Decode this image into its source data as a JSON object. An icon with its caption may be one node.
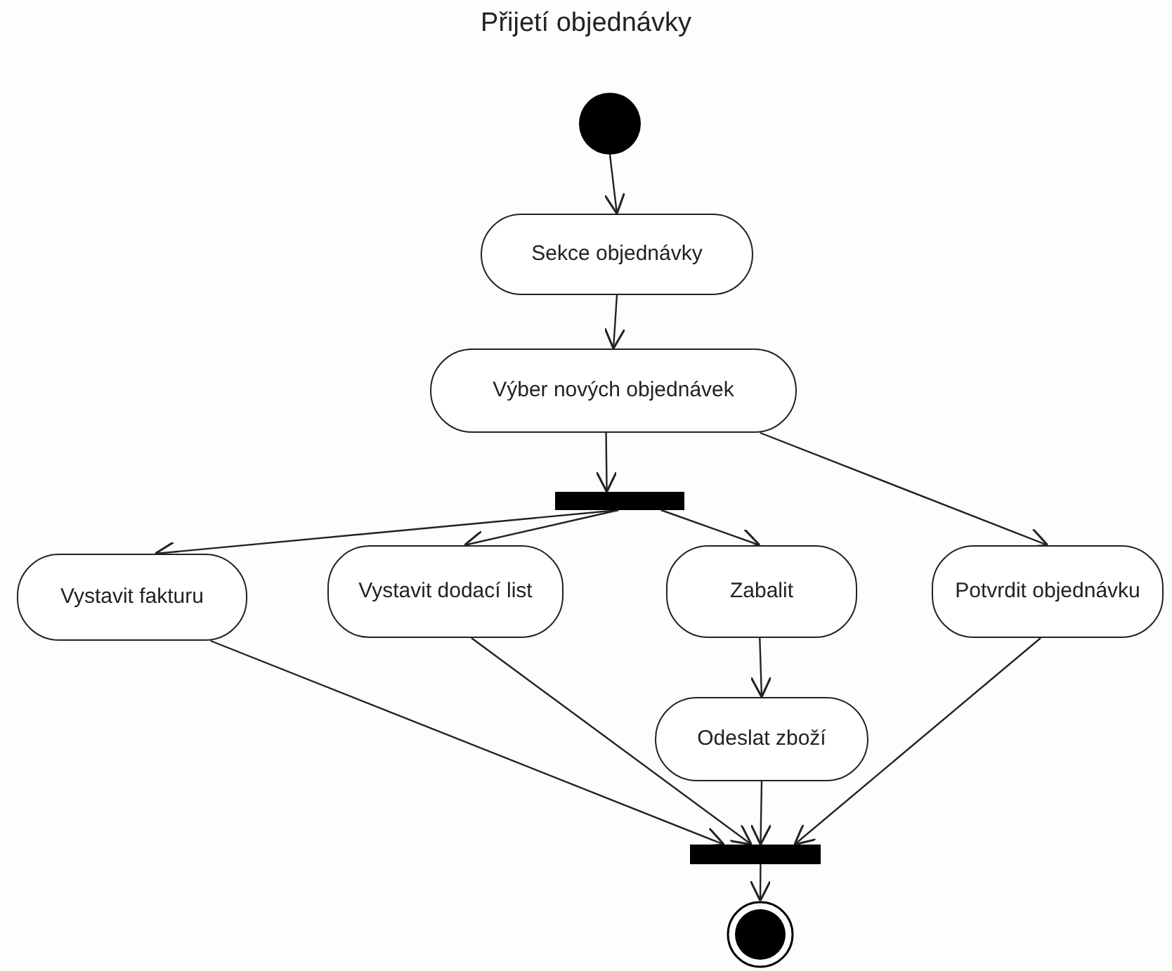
{
  "diagram": {
    "title": "Přijetí objednávky",
    "nodes": [
      {
        "text": [],
        "shape": "circle"
      },
      {
        "text": [
          "Sekce objednávky"
        ]
      },
      {
        "text": [
          "Výber nových objednávek"
        ]
      },
      {
        "text": [],
        "shape": "bar"
      },
      {
        "text": [
          "Vystavit fakturu"
        ]
      },
      {
        "text": [
          "Vystavit dodací list"
        ]
      },
      {
        "text": [
          "Zabalit"
        ]
      },
      {
        "text": [
          "Potvrdit objednávku"
        ]
      },
      {
        "text": [
          "Odeslat zboží"
        ]
      },
      {
        "text": [],
        "shape": "bar"
      },
      {
        "text": [],
        "shape": "bullseye"
      }
    ],
    "edges": [
      {
        "from": 0,
        "to": 1,
        "arrow": "to"
      },
      {
        "from": 1,
        "to": 2,
        "arrow": "to"
      },
      {
        "from": 2,
        "to": 3,
        "arrow": "to"
      },
      {
        "from": 2,
        "to": 7,
        "arrow": "to"
      },
      {
        "from": 3,
        "to": 4,
        "arrow": "to"
      },
      {
        "from": 3,
        "to": 5,
        "arrow": "to"
      },
      {
        "from": 3,
        "to": 6,
        "arrow": "to"
      },
      {
        "from": 6,
        "to": 8,
        "arrow": "to"
      },
      {
        "from": 4,
        "to": 9,
        "arrow": "to"
      },
      {
        "from": 5,
        "to": 9,
        "arrow": "to"
      },
      {
        "from": 8,
        "to": 9,
        "arrow": "to"
      },
      {
        "from": 7,
        "to": 9,
        "arrow": "to"
      },
      {
        "from": 9,
        "to": 10,
        "arrow": "to"
      }
    ]
  }
}
